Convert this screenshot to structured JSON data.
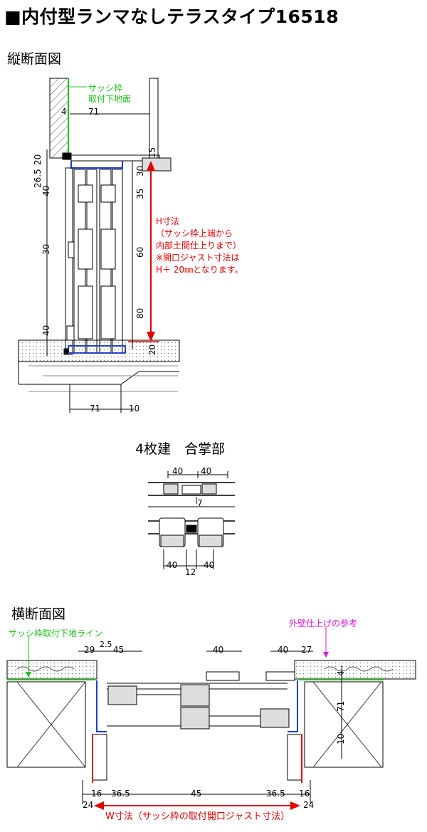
{
  "title": "■内付型ランマなしテラスタイプ16518",
  "vertical_section": {
    "heading": "縦断面図",
    "note_frame": [
      "サッシ枠",
      "取付下地面"
    ],
    "note_h": [
      "H寸法",
      "（サッシ枠上端から",
      "内部土間仕上りまで）",
      "※開口ジャスト寸法は",
      "H＋ 20㎜となります。"
    ],
    "dims": {
      "top_4": "4",
      "top_71": "71",
      "left_20": "20",
      "right_15": "15",
      "left_26_5": "26.5",
      "right_30": "30",
      "left_40_top": "40",
      "right_35": "35",
      "left_30": "30",
      "right_60": "60",
      "right_80": "80",
      "left_40_bottom": "40",
      "right_20": "20",
      "bottom_71": "71",
      "bottom_10": "10"
    }
  },
  "meeting_section": {
    "heading": "4枚建　合掌部",
    "dims": {
      "top_40a": "40",
      "top_40b": "40",
      "mid_7": "7",
      "bot_40a": "40",
      "bot_12": "12",
      "bot_40b": "40"
    }
  },
  "horizontal_section": {
    "heading": "横断面図",
    "note_left": "サッシ枠取付下地ライン",
    "note_right": "外壁仕上げの参考",
    "note_w": "W寸法（サッシ枠の取付開口ジャスト寸法）",
    "dims": {
      "t_29": "29",
      "t_2_5": "2.5",
      "t_45": "45",
      "t_40_mid": "40",
      "t_40_right": "40",
      "t_27": "27",
      "r_4": "4",
      "r_71": "71",
      "r_10": "10",
      "b_16_left": "16",
      "b_36_5_left": "36.5",
      "b_45": "45",
      "b_36_5_right": "36.5",
      "b_16_right": "16",
      "b_24_left": "24",
      "b_24_right": "24"
    }
  },
  "colors": {
    "green": "#1fbf1f",
    "red": "#e00000",
    "blue": "#1a3cd6",
    "magenta": "#d020d0"
  }
}
